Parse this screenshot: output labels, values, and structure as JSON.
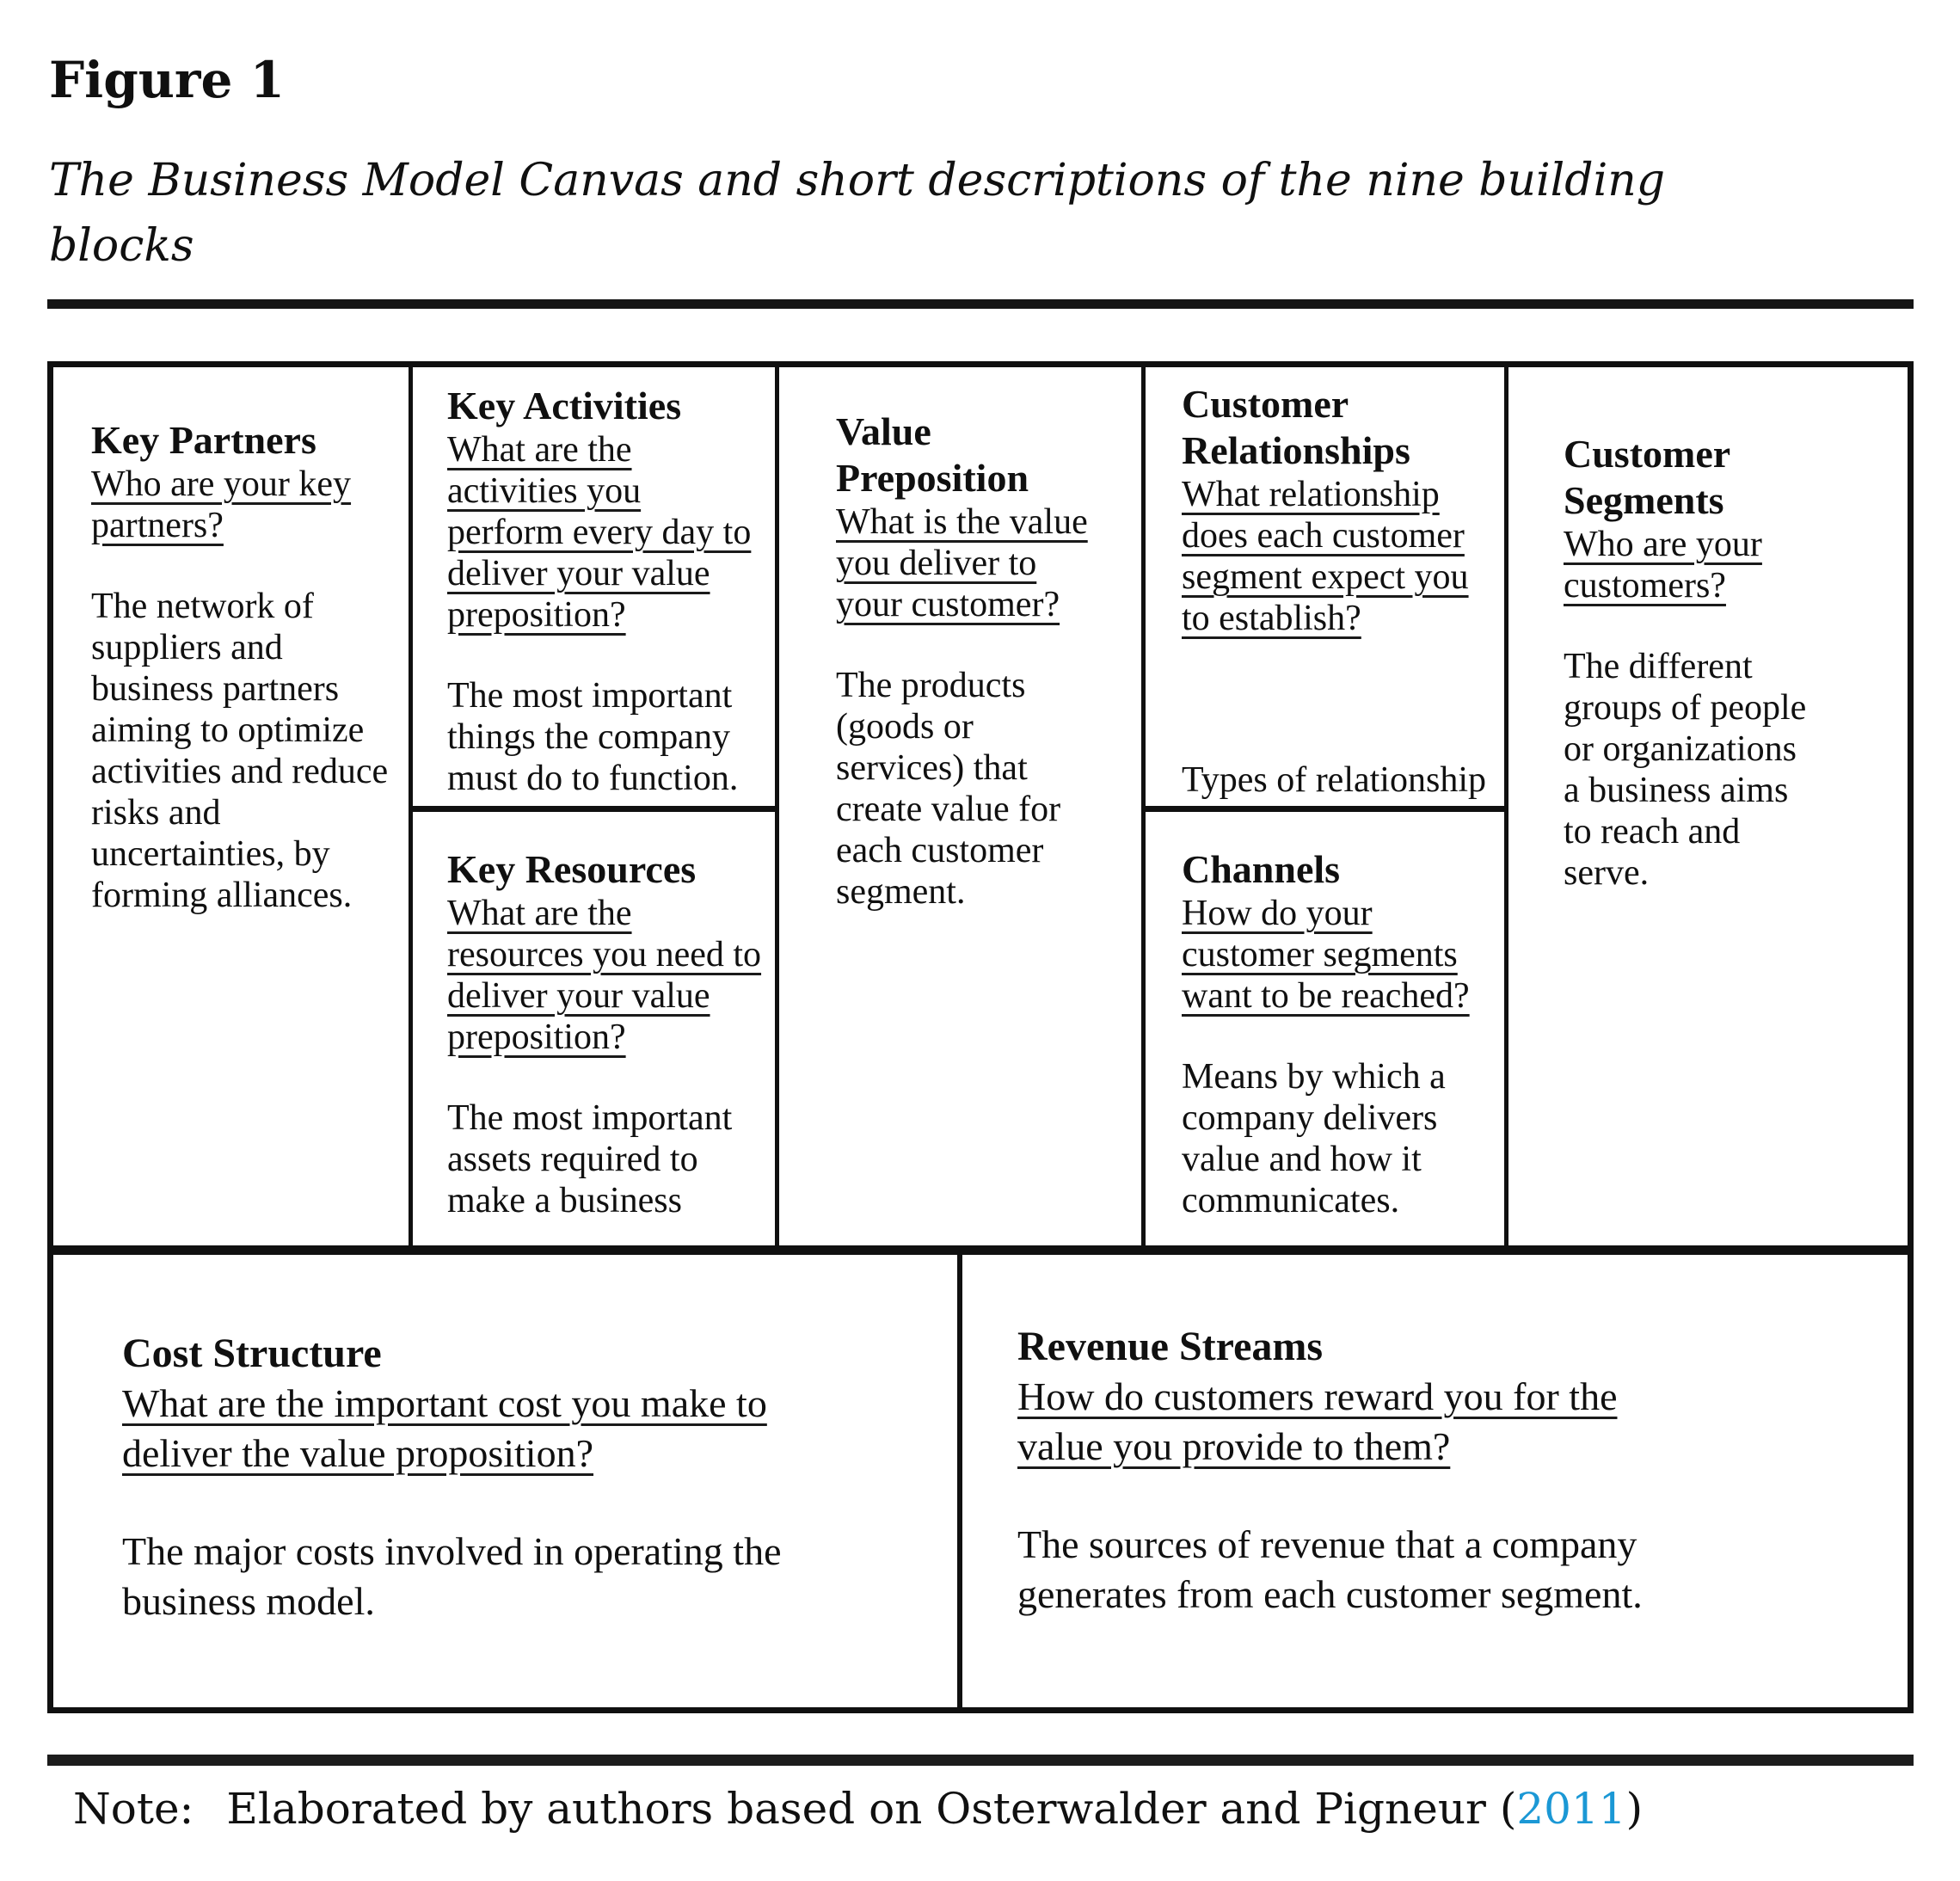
{
  "figure": {
    "label": "Figure 1",
    "caption": [
      "The Business Model Canvas and short descriptions of the nine building",
      "blocks"
    ]
  },
  "canvas": {
    "key_partners": {
      "title": "Key Partners",
      "question": [
        "Who are your key",
        "partners?"
      ],
      "description": [
        "The network of",
        "suppliers and",
        "business partners",
        "aiming to optimize",
        "activities and reduce",
        "risks and",
        "uncertainties, by",
        "forming alliances."
      ]
    },
    "key_activities": {
      "title": "Key Activities",
      "question": [
        "What are the",
        "activities you",
        "perform every day to",
        "deliver your value",
        "preposition?"
      ],
      "description": [
        "The most important",
        "things the company",
        "must do to function."
      ]
    },
    "key_resources": {
      "title": "Key Resources",
      "question": [
        "What are the",
        "resources you need to",
        "deliver your value",
        "preposition?"
      ],
      "description": [
        "The most important",
        "assets required to",
        "make a business"
      ]
    },
    "value_preposition": {
      "title": [
        "Value",
        "Preposition"
      ],
      "question": [
        "What is the value",
        "you deliver to",
        "your customer?"
      ],
      "description": [
        "The products",
        "(goods or",
        "services) that",
        "create value for",
        "each customer",
        "segment."
      ]
    },
    "customer_relationships": {
      "title": [
        "Customer",
        "Relationships"
      ],
      "question": [
        "What relationship",
        "does each customer",
        "segment expect you",
        "to establish?"
      ],
      "footer": "Types of relationship"
    },
    "channels": {
      "title": "Channels",
      "question": [
        "How do your",
        "customer segments",
        "want to be reached?"
      ],
      "description": [
        "Means by which a",
        "company delivers",
        "value and how it",
        "communicates."
      ]
    },
    "customer_segments": {
      "title": [
        "Customer",
        "Segments"
      ],
      "question": [
        "Who are your",
        "customers?"
      ],
      "description": [
        "The different",
        "groups of people",
        "or organizations",
        "a business aims",
        "to reach and",
        "serve."
      ]
    },
    "cost_structure": {
      "title": "Cost Structure",
      "question": [
        "What are the important cost you make to",
        "deliver the value proposition?"
      ],
      "description": [
        "The major costs involved in operating the",
        "business model."
      ]
    },
    "revenue_streams": {
      "title": "Revenue Streams",
      "question": [
        "How do customers reward you for the",
        "value you provide to them?"
      ],
      "description": [
        "The sources of revenue that a company",
        "generates from each customer segment."
      ]
    }
  },
  "note": {
    "label": "Note:",
    "prefix": "Elaborated by authors based on Osterwalder and Pigneur (",
    "citation_year": "2011",
    "suffix": ")"
  },
  "colors": {
    "citation_blue": "#1b98d5"
  }
}
